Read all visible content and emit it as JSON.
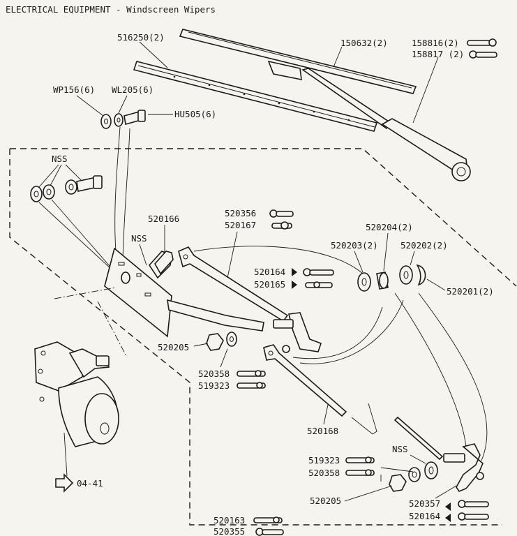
{
  "title": "ELECTRICAL EQUIPMENT - Windscreen Wipers",
  "labels": {
    "blade_rubber": "516250(2)",
    "blade": "150632(2)",
    "arm_a": "158816(2)",
    "arm_b": "158817 (2)",
    "washer_plain": "WP156(6)",
    "washer_lock": "WL205(6)",
    "screw": "HU505(6)",
    "nss_top": "NSS",
    "nss_plate": "NSS",
    "bracket": "520166",
    "rod_a": "520356",
    "rod_b": "520167",
    "spacer_outer": "520204(2)",
    "spacer_inner": "520203(2)",
    "spring_washer": "520202(2)",
    "clip": "520201(2)",
    "wheelbox_a": "520164",
    "wheelbox_b": "520165",
    "nut_left": "520205",
    "tube_a": "520358",
    "tube_b": "519323",
    "cross_rod": "520168",
    "nss_right": "NSS",
    "tube_c": "519323",
    "tube_d": "520358",
    "nut_right": "520205",
    "wheelbox_c": "520357",
    "wheelbox_d": "520164",
    "bottom_a": "520163",
    "bottom_b": "520355",
    "motor_ref": "04-41"
  }
}
